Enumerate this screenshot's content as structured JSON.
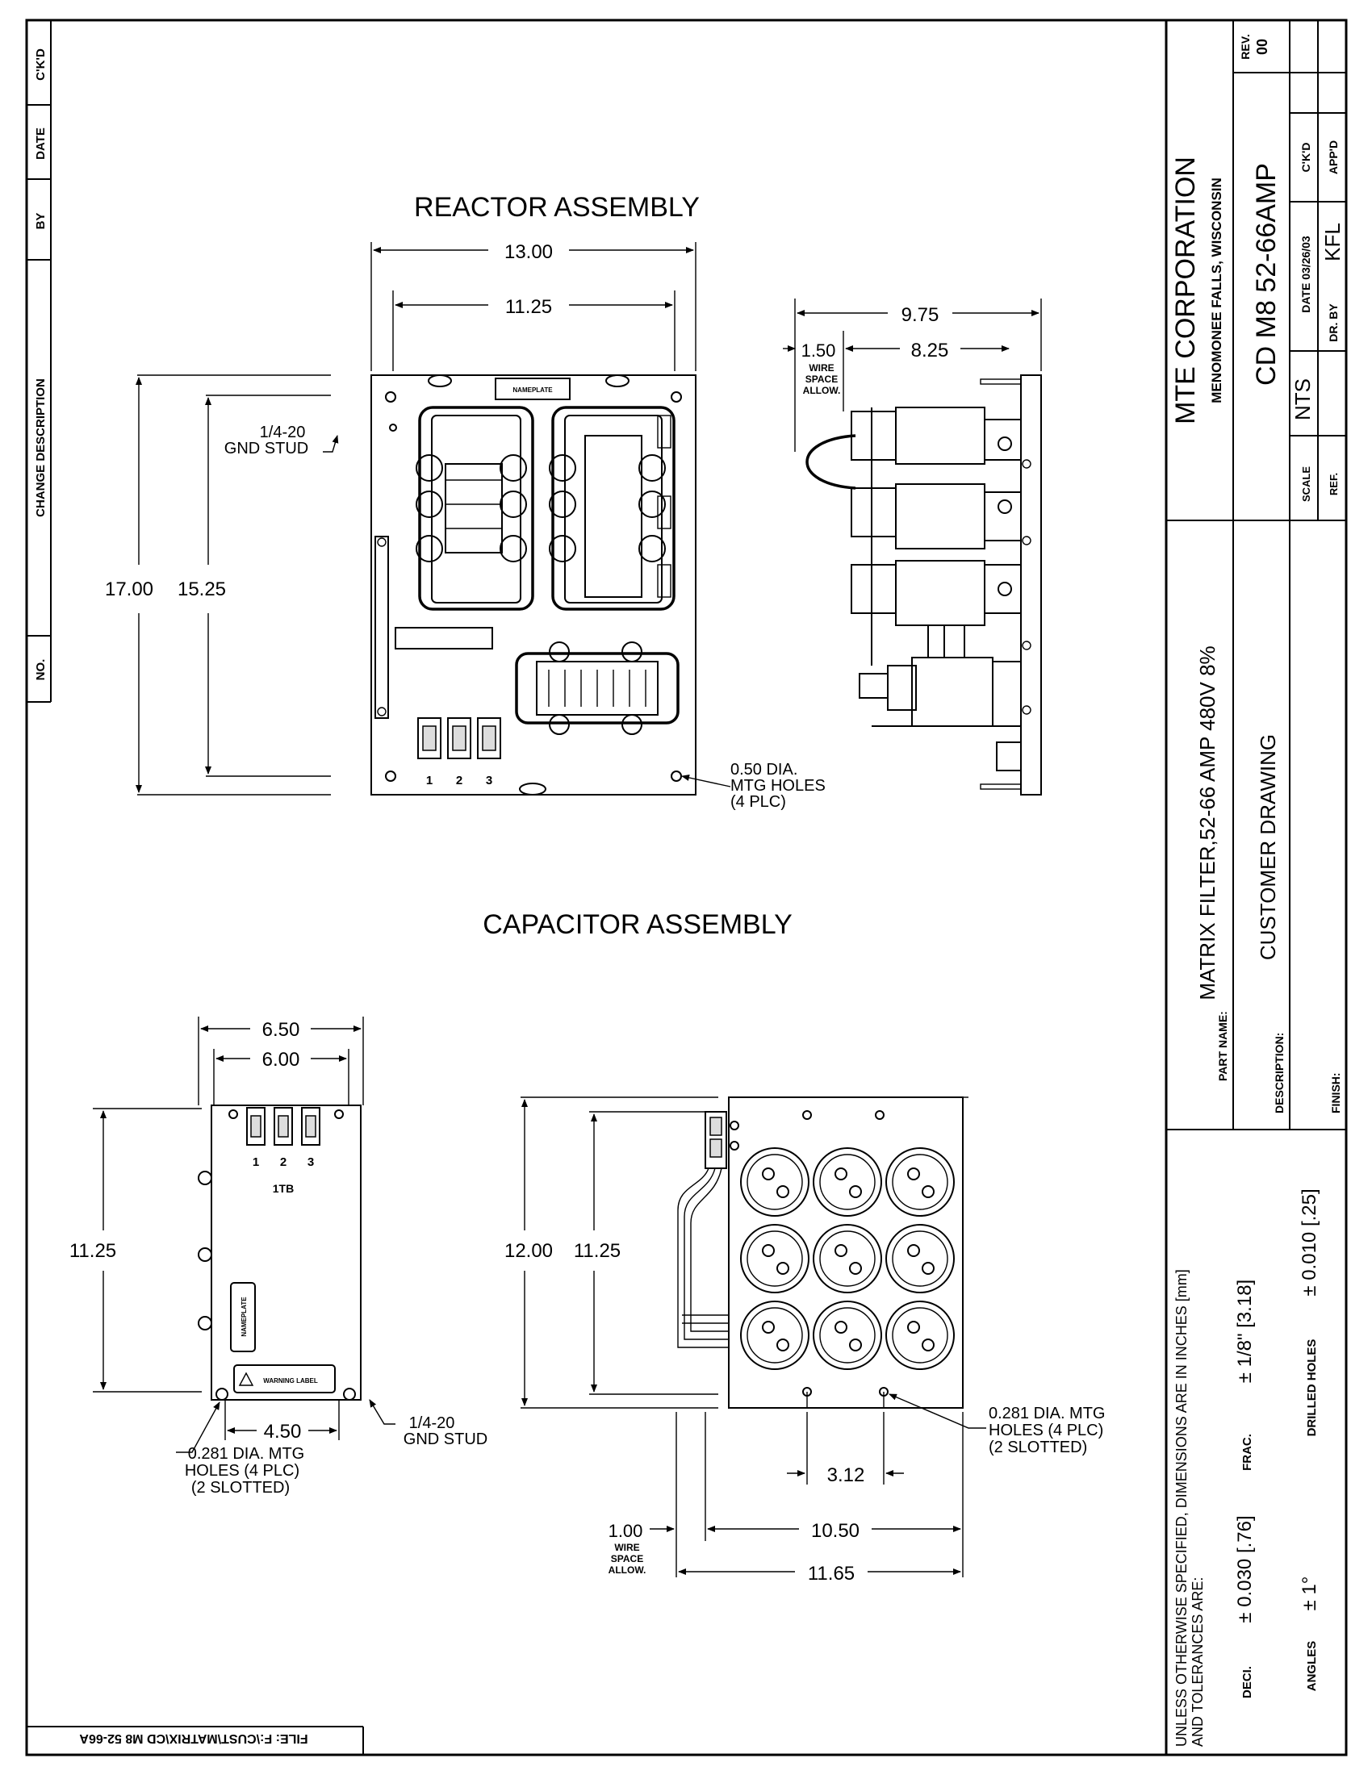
{
  "revision_block": {
    "headers": [
      "C'K'D",
      "DATE",
      "BY",
      "CHANGE DESCRIPTION",
      "NO."
    ]
  },
  "file_note": "FILE: F:\\CUST\\MATRIX\\CD M8 52-66A",
  "reactor": {
    "title": "REACTOR ASSEMBLY",
    "dim_13": "13.00",
    "dim_1125": "11.25",
    "dim_975": "9.75",
    "dim_150": "1.50",
    "dim_825": "8.25",
    "wire_space_1": "WIRE",
    "wire_space_2": "SPACE",
    "wire_space_3": "ALLOW.",
    "dim_17": "17.00",
    "dim_1525": "15.25",
    "gnd_stud_1": "1/4-20",
    "gnd_stud_2": "GND STUD",
    "mtg_holes_1": "0.50 DIA.",
    "mtg_holes_2": "MTG HOLES",
    "mtg_holes_3": "(4 PLC)",
    "nameplate": "NAMEPLATE",
    "terminals": [
      "1",
      "2",
      "3"
    ]
  },
  "capacitor": {
    "title": "CAPACITOR ASSEMBLY",
    "dim_650": "6.50",
    "dim_600": "6.00",
    "dim_1125_left": "11.25",
    "dim_450": "4.50",
    "terminal_block": "1TB",
    "terminals": [
      "1",
      "2",
      "3"
    ],
    "nameplate": "NAMEPLATE",
    "warning": "WARNING LABEL",
    "gnd_stud_1": "1/4-20",
    "gnd_stud_2": "GND STUD",
    "holes_left_1": "0.281 DIA. MTG",
    "holes_left_2": "HOLES (4 PLC)",
    "holes_left_3": "(2 SLOTTED)",
    "dim_1200": "12.00",
    "dim_1125_right": "11.25",
    "holes_right_1": "0.281 DIA. MTG",
    "holes_right_2": "HOLES (4 PLC)",
    "holes_right_3": "(2 SLOTTED)",
    "dim_312": "3.12",
    "dim_100": "1.00",
    "wire_1": "WIRE",
    "wire_2": "SPACE",
    "wire_3": "ALLOW.",
    "dim_1050": "10.50",
    "dim_1165": "11.65"
  },
  "title_block": {
    "company": "MTE CORPORATION",
    "location": "MENOMONEE FALLS, WISCONSIN",
    "drawing_no": "CD M8 52-66AMP",
    "rev_label": "REV.",
    "rev_value": "00",
    "scale_label": "SCALE",
    "scale_value": "NTS",
    "date_label": "DATE 03/26/03",
    "ckd_label": "C'K'D",
    "ref_label": "REF.",
    "drby_label": "DR. BY",
    "drby_value": "KFL",
    "appd_label": "APP'D",
    "part_label": "PART NAME:",
    "part_value": "MATRIX FILTER,52-66 AMP 480V 8%",
    "desc_label": "DESCRIPTION:",
    "desc_value": "CUSTOMER DRAWING",
    "finish_label": "FINISH:",
    "tol_1": "UNLESS OTHERWISE SPECIFIED, DIMENSIONS ARE IN INCHES [mm]",
    "tol_2": "AND TOLERANCES ARE:",
    "deci_label": "DECI.",
    "deci_value": "± 0.030 [.76]",
    "frac_label": "FRAC.",
    "frac_value": "± 1/8\" [3.18]",
    "angles_label": "ANGLES",
    "angles_value": "± 1°",
    "drilled_label": "DRILLED HOLES",
    "drilled_value": "± 0.010   [.25]"
  }
}
